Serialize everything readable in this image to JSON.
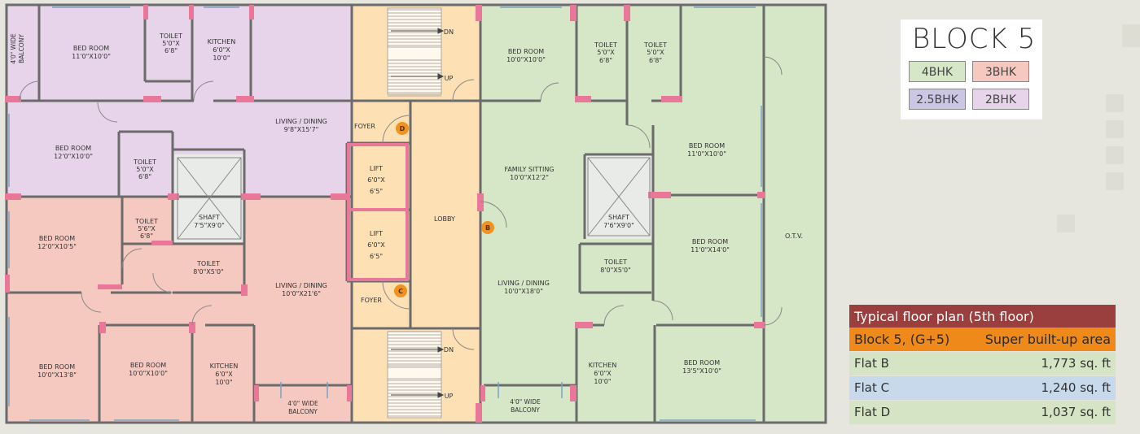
{
  "colors": {
    "bhk4": "#d6e7c7",
    "bhk3": "#f6c9c0",
    "bhk25": "#cbc6e3",
    "bhk2": "#e7d4ea",
    "common": "#fde0b4",
    "wall": "#6b6b6b",
    "wall_accent": "#e8779a",
    "marker": "#f0921e",
    "table_title_bg": "#9b3f3e",
    "table_header_bg": "#ef8a1a",
    "flat_b_bg": "#d5e4c4",
    "flat_c_bg": "#c8d9ec",
    "flat_d_bg": "#d5e4c4"
  },
  "legend": {
    "title": "BLOCK 5",
    "items": [
      {
        "label": "4BHK",
        "color": "#d6e7c7"
      },
      {
        "label": "3BHK",
        "color": "#f6c9c0"
      },
      {
        "label": "2.5BHK",
        "color": "#cbc6e3"
      },
      {
        "label": "2BHK",
        "color": "#e7d4ea"
      }
    ]
  },
  "area_table": {
    "title": "Typical floor plan (5th floor)",
    "header_left": "Block 5, (G+5)",
    "header_right": "Super built-up area",
    "rows": [
      {
        "flat": "Flat B",
        "area": "1,773 sq. ft"
      },
      {
        "flat": "Flat C",
        "area": "1,240 sq. ft"
      },
      {
        "flat": "Flat D",
        "area": "1,037 sq. ft"
      }
    ]
  },
  "markers": [
    "D",
    "C",
    "B"
  ],
  "rooms": {
    "d_balcony": [
      "4'0\" WIDE",
      "BALCONY"
    ],
    "d_bed1": [
      "BED ROOM",
      "11'0\"X10'0\""
    ],
    "d_toilet1": [
      "TOILET",
      "5'0\"X",
      "6'8\""
    ],
    "d_kitchen": [
      "KITCHEN",
      "6'0\"X",
      "10'0\""
    ],
    "d_living": [
      "LIVING / DINING",
      "9'8\"X15'7\""
    ],
    "d_foyer": [
      "FOYER"
    ],
    "d_bed2": [
      "BED ROOM",
      "12'0\"X10'0\""
    ],
    "d_toilet2": [
      "TOILET",
      "5'0\"X",
      "6'8\""
    ],
    "shaft1": [
      "SHAFT",
      "7'5\"X9'0\""
    ],
    "lift1": [
      "LIFT",
      "6'0\"X",
      "6'5\""
    ],
    "lift2": [
      "LIFT",
      "6'0\"X",
      "6'5\""
    ],
    "lobby": [
      "LOBBY"
    ],
    "stair_top_dn": [
      "DN"
    ],
    "stair_top_up": [
      "UP"
    ],
    "stair_bot_dn": [
      "DN"
    ],
    "stair_bot_up": [
      "UP"
    ],
    "c_bed1": [
      "BED ROOM",
      "12'0\"X10'5\""
    ],
    "c_toilet1": [
      "TOILET",
      "5'6\"X",
      "6'8\""
    ],
    "c_toilet2": [
      "TOILET",
      "8'0\"X5'0\""
    ],
    "c_living": [
      "LIVING / DINING",
      "10'0\"X21'6\""
    ],
    "c_foyer": [
      "FOYER"
    ],
    "c_bed2": [
      "BED ROOM",
      "10'0\"X13'8\""
    ],
    "c_bed3": [
      "BED ROOM",
      "10'0\"X10'0\""
    ],
    "c_kitchen": [
      "KITCHEN",
      "6'0\"X",
      "10'0\""
    ],
    "c_balcony": [
      "4'0\" WIDE",
      "BALCONY"
    ],
    "b_bed1": [
      "BED ROOM",
      "10'0\"X10'0\""
    ],
    "b_toilet1": [
      "TOILET",
      "5'0\"X",
      "6'8\""
    ],
    "b_toilet2": [
      "TOILET",
      "5'0\"X",
      "6'8\""
    ],
    "b_bed2": [
      "BED ROOM",
      "11'0\"X10'0\""
    ],
    "b_family": [
      "FAMILY SITTING",
      "10'0\"X12'2\""
    ],
    "shaft2": [
      "SHAFT",
      "7'6\"X9'0\""
    ],
    "b_bed3": [
      "BED ROOM",
      "11'0\"X14'0\""
    ],
    "b_toilet3": [
      "TOILET",
      "8'0\"X5'0\""
    ],
    "b_living": [
      "LIVING / DINING",
      "10'0\"X18'0\""
    ],
    "b_kitchen": [
      "KITCHEN",
      "6'0\"X",
      "10'0\""
    ],
    "b_bed4": [
      "BED ROOM",
      "13'5\"X10'0\""
    ],
    "b_balcony": [
      "4'0\" WIDE",
      "BALCONY"
    ],
    "otv": [
      "O.T.V."
    ]
  }
}
